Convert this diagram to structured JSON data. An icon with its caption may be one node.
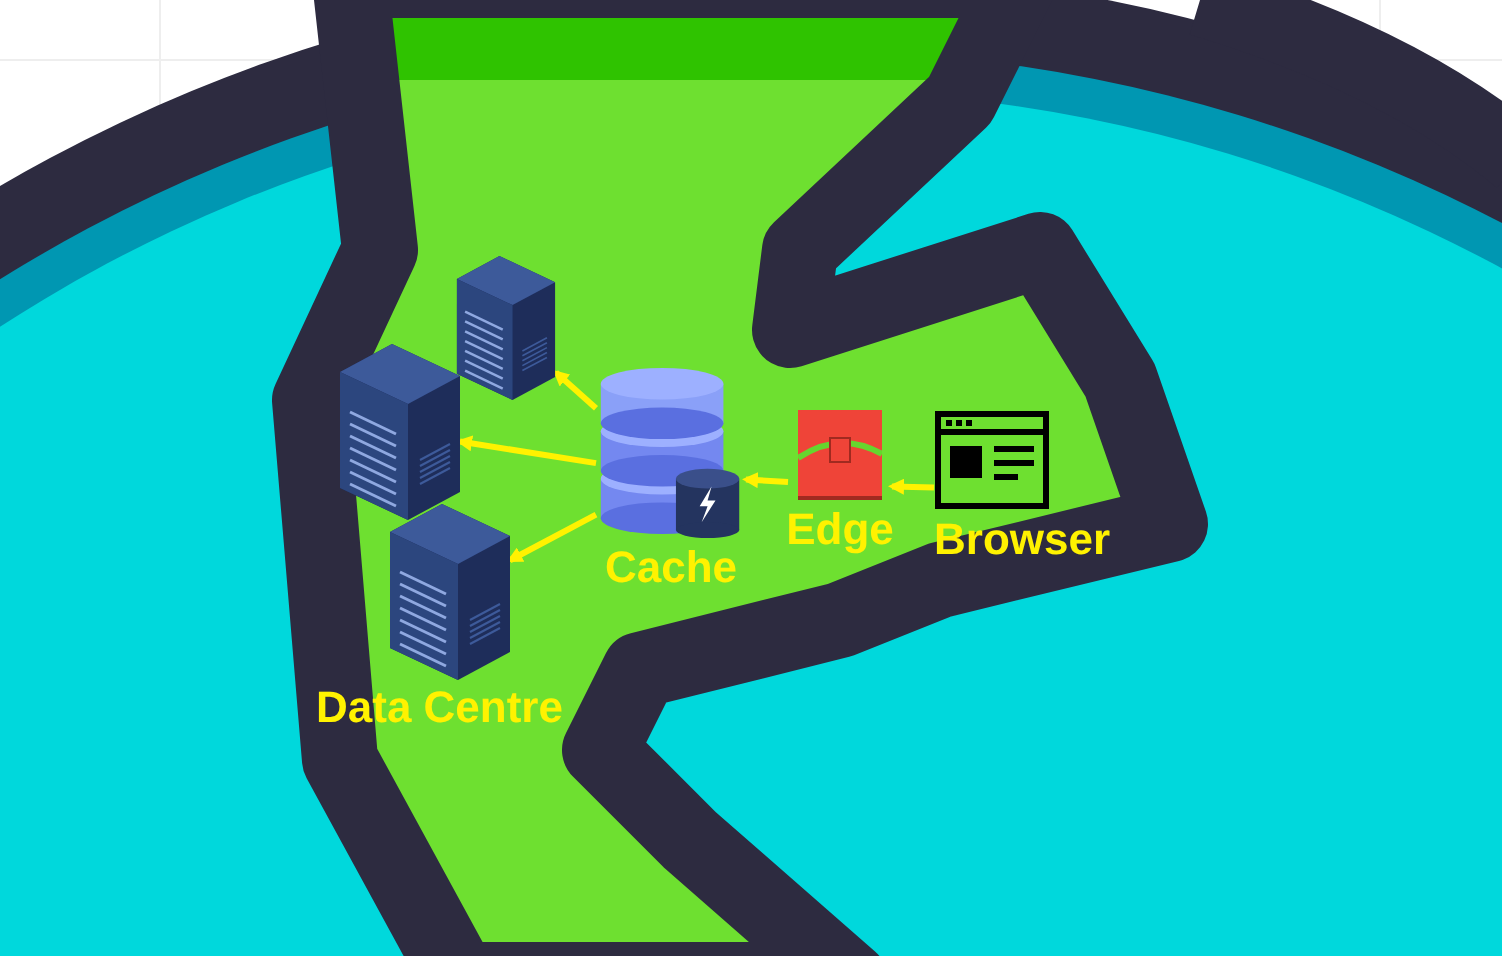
{
  "diagram": {
    "nodes": [
      {
        "text": [
          "Browser"
        ]
      },
      {
        "text": [
          "Edge"
        ]
      },
      {
        "text": [
          "Cache"
        ]
      },
      {
        "text": [],
        "shape": "picture"
      },
      {
        "text": [],
        "shape": "picture"
      },
      {
        "text": [],
        "shape": "picture"
      }
    ],
    "edges": [
      {
        "from": 0,
        "to": 1,
        "arrow": "to"
      },
      {
        "from": 1,
        "to": 2,
        "arrow": "to"
      },
      {
        "from": 2,
        "to": 3,
        "arrow": "to"
      },
      {
        "from": 2,
        "to": 4,
        "arrow": "to"
      },
      {
        "from": 2,
        "to": 5,
        "arrow": "to"
      }
    ],
    "labels": [
      "Data Centre"
    ]
  }
}
